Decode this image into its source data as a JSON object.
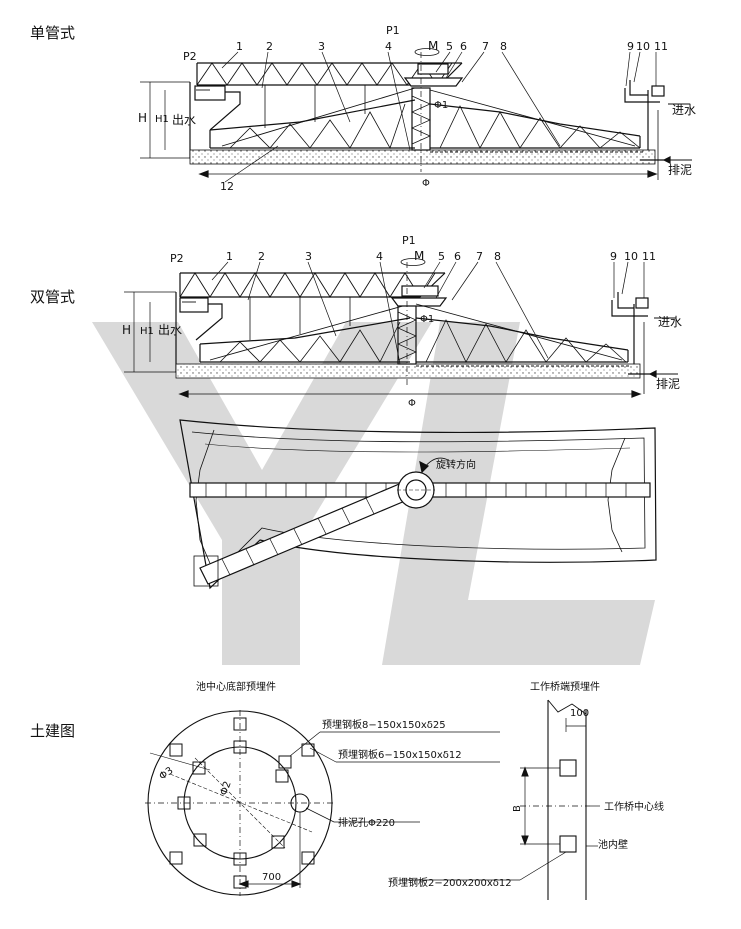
{
  "watermark": {
    "text": "YL",
    "color": "#d7d7d7"
  },
  "single_pipe": {
    "title": "单管式",
    "p_labels": [
      "P1",
      "P2"
    ],
    "m_label": "M",
    "numbers": [
      "1",
      "2",
      "3",
      "4",
      "5",
      "6",
      "7",
      "8",
      "9",
      "10",
      "11",
      "12"
    ],
    "h_label": "H",
    "h1_label": "H1",
    "outlet": "出水",
    "inlet": "进水",
    "sludge": "排泥",
    "phi": "Φ",
    "phi1": "Φ1"
  },
  "double_pipe": {
    "title": "双管式",
    "p_labels": [
      "P1",
      "P2"
    ],
    "m_label": "M",
    "numbers": [
      "1",
      "2",
      "3",
      "4",
      "5",
      "6",
      "7",
      "8",
      "9",
      "10",
      "11"
    ],
    "h_label": "H",
    "h1_label": "H1",
    "outlet": "出水",
    "inlet": "进水",
    "sludge": "排泥",
    "phi": "Φ",
    "phi1": "Φ1"
  },
  "plan_view": {
    "rotation": "旋转方向"
  },
  "civil": {
    "title": "土建图",
    "center_title": "池中心底部预埋件",
    "plate_8": "预埋钢板8−150x150xδ25",
    "plate_6": "预埋钢板6−150x150xδ12",
    "sludge_hole": "排泥孔Φ220",
    "dim_700": "700",
    "phi2": "Φ2",
    "phi3": "Φ3",
    "bridge_title": "工作桥端预埋件",
    "dim_100": "100",
    "b_label": "B",
    "bridge_centerline": "工作桥中心线",
    "pool_wall": "池内壁",
    "plate_2": "预埋钢板2−200x200xδ12"
  }
}
